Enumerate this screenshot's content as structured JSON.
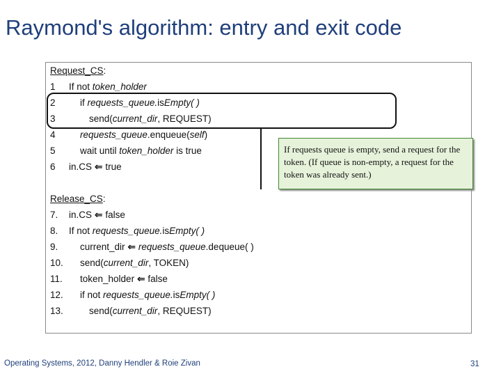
{
  "slide": {
    "title": "Raymond's algorithm: entry and exit code",
    "footer": "Operating Systems, 2012, Danny Hendler & Roie Zivan",
    "page_number": "31"
  },
  "request_cs": {
    "header": "Request_CS",
    "header_suffix": ":",
    "lines": [
      {
        "num": "1",
        "pre": "If not ",
        "var": "token_holder"
      },
      {
        "num": "2",
        "pre": "if ",
        "var": "requests_queue.",
        "func": "is",
        "tail": "Empty( )"
      },
      {
        "num": "3",
        "pre": "send(",
        "var": "current_dir",
        "tail": ", REQUEST)"
      },
      {
        "num": "4",
        "var": "requests_queue",
        "pre": ".enqueue(",
        "var2": "self",
        "tail": ")"
      },
      {
        "num": "5",
        "pre": "wait until ",
        "var": "token_holder",
        "tail": " is true"
      },
      {
        "num": "6",
        "pre": "in.CS",
        "tail": "true"
      }
    ]
  },
  "release_cs": {
    "header": "Release_CS",
    "header_suffix": ":",
    "lines": [
      {
        "num": "7.",
        "pre": "in.CS",
        "tail": "false"
      },
      {
        "num": "8.",
        "pre": "If not ",
        "var": "requests_queue.",
        "func": "is",
        "tail": "Empty( )"
      },
      {
        "num": "9.",
        "pre": "current_dir",
        "var": "requests_queue",
        "tail": ".dequeue( )"
      },
      {
        "num": "10.",
        "pre": "send(",
        "var": "current_dir",
        "tail": ", TOKEN)"
      },
      {
        "num": "11.",
        "pre": "token_holder",
        "tail": "false"
      },
      {
        "num": "12.",
        "pre": "if not ",
        "var": "requests_queue.",
        "func": "is",
        "tail": "Empty( )"
      },
      {
        "num": "13.",
        "pre": "send(",
        "var": "current_dir",
        "tail": ", REQUEST)"
      }
    ]
  },
  "callout": {
    "text": "If requests queue is empty, send a request for the token. (If queue is non-empty, a request for the token was already sent.)"
  },
  "arrow_glyph": "⇐"
}
